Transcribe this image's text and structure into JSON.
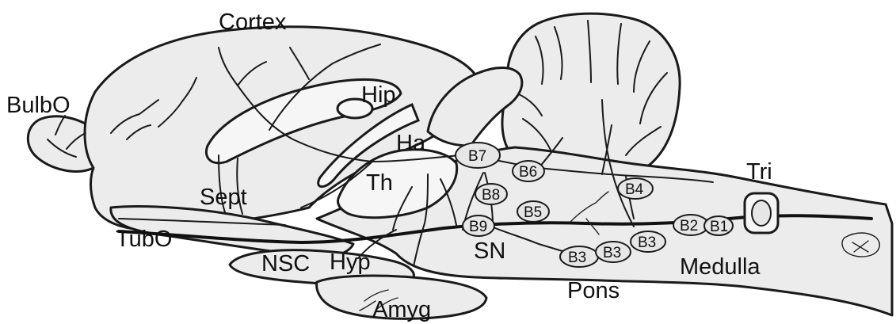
{
  "regions": {
    "cortex": "Cortex",
    "bulbo": "BulbO",
    "hip": "Hip",
    "ha": "Ha",
    "th": "Th",
    "sept": "Sept",
    "tubo": "TubO",
    "nsc": "NSC",
    "hyp": "Hyp",
    "amyg": "Amyg",
    "sn": "SN",
    "pons": "Pons",
    "medulla": "Medulla",
    "tri": "Tri"
  },
  "nuclei": {
    "b7": "B7",
    "b6": "B6",
    "b8": "B8",
    "b5": "B5",
    "b9": "B9",
    "b4": "B4",
    "b3a": "B3",
    "b3b": "B3",
    "b3c": "B3",
    "b2": "B2",
    "b1": "B1"
  }
}
